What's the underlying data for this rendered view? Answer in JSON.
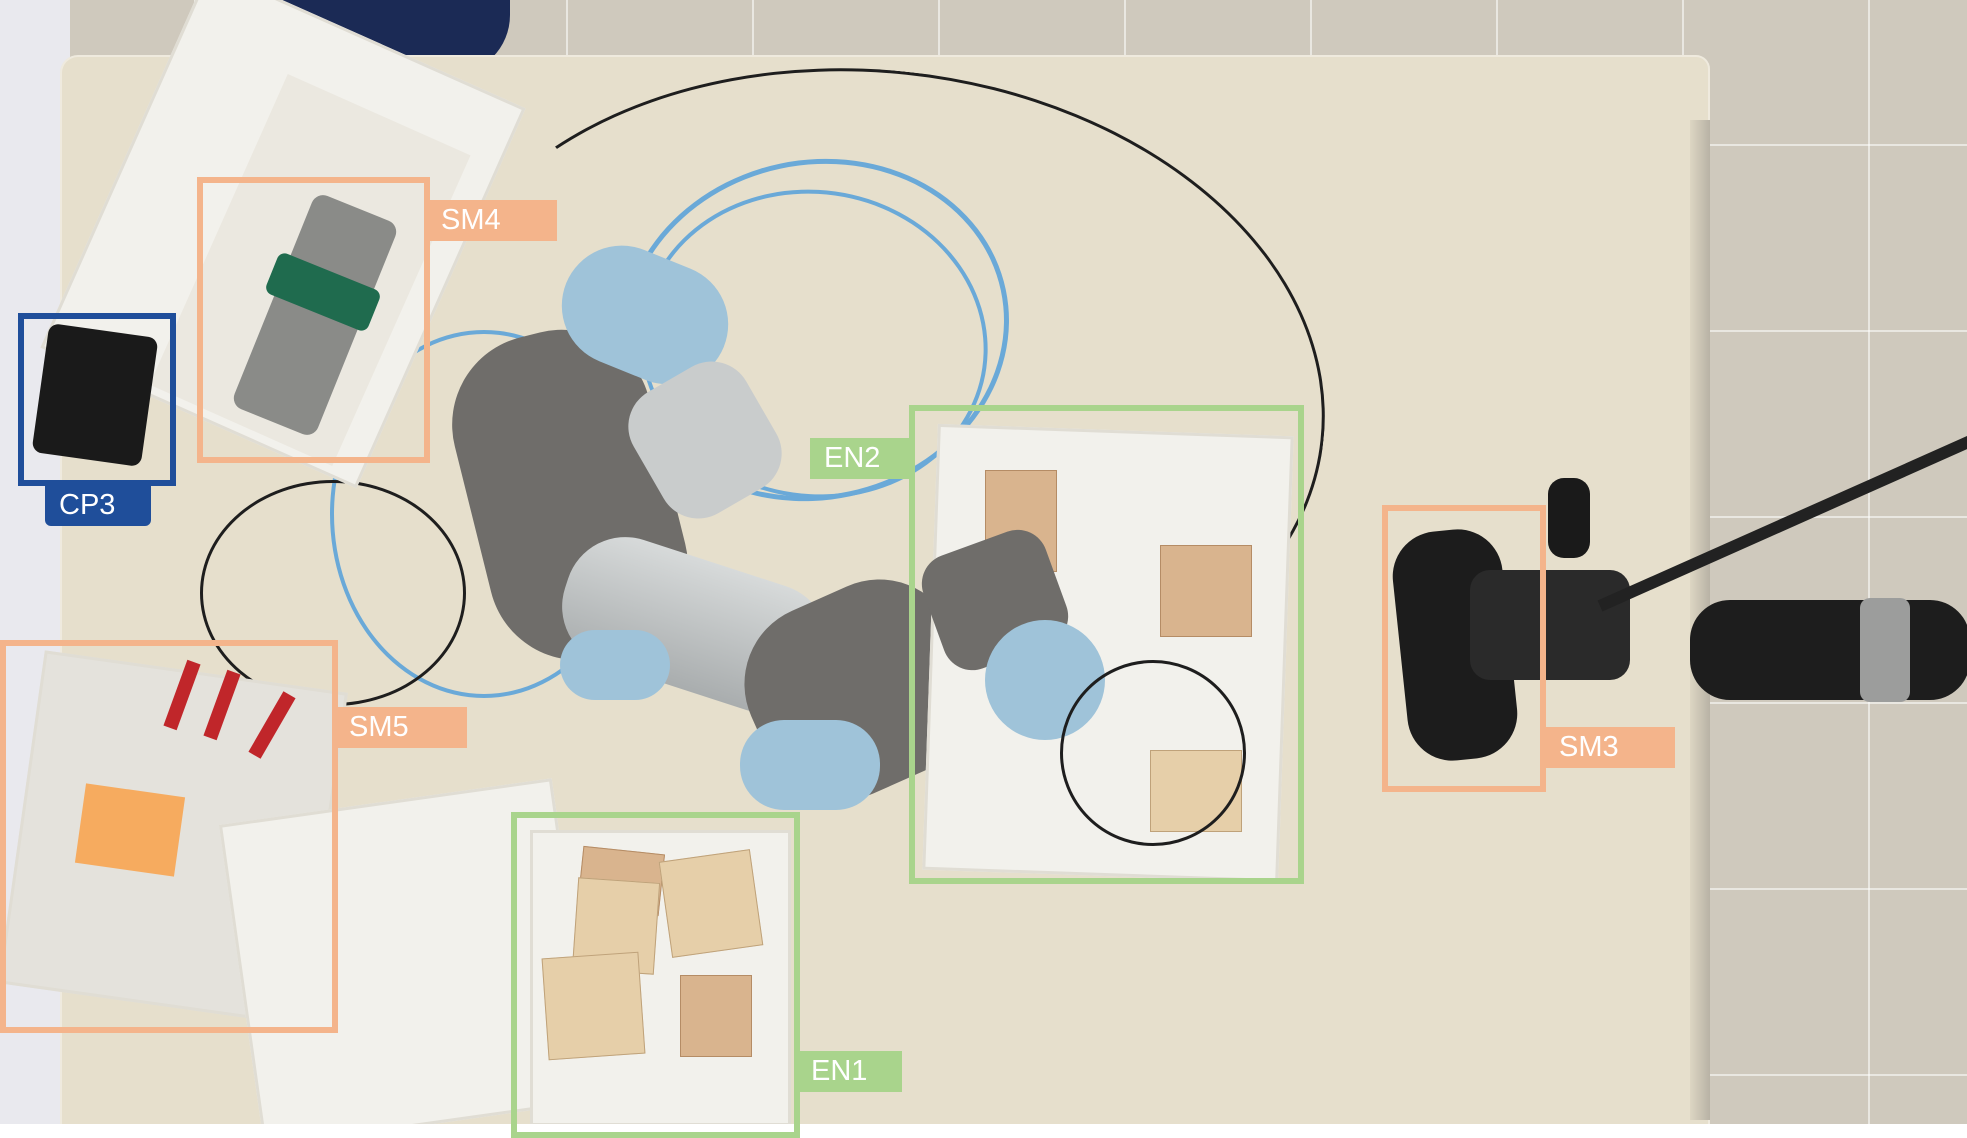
{
  "colors": {
    "sensor": "#f4b48b",
    "end_effector": "#a9d48c",
    "control": "#1f4e9a"
  },
  "labels": [
    {
      "id": "sm4",
      "text": "SM4",
      "group": "sensor"
    },
    {
      "id": "cp3",
      "text": "CP3",
      "group": "control"
    },
    {
      "id": "en2",
      "text": "EN2",
      "group": "end_effector"
    },
    {
      "id": "sm3",
      "text": "SM3",
      "group": "sensor"
    },
    {
      "id": "sm5",
      "text": "SM5",
      "group": "sensor"
    },
    {
      "id": "en1",
      "text": "EN1",
      "group": "end_effector"
    }
  ]
}
